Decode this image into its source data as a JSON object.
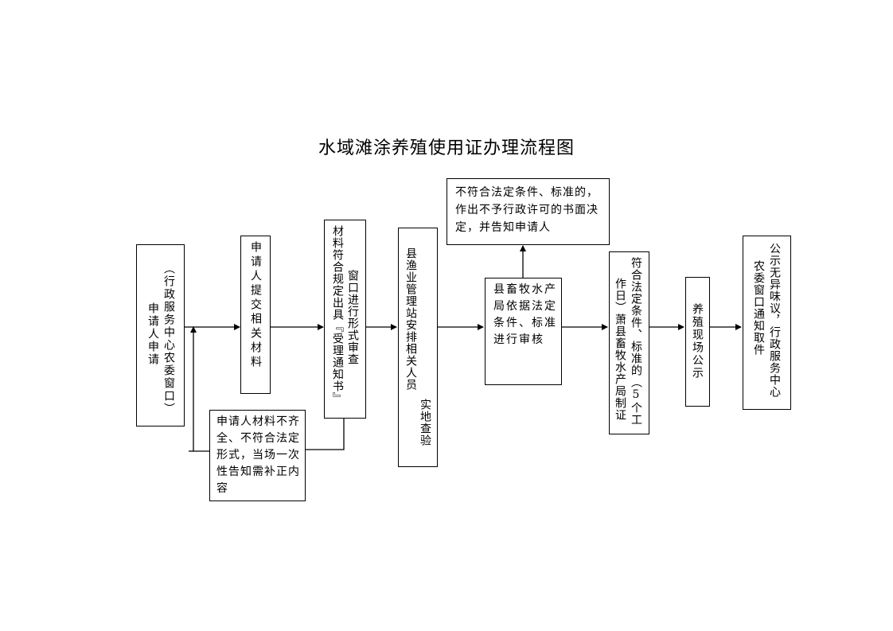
{
  "title": "水域滩涂养殖使用证办理流程图",
  "boxes": {
    "applicant": {
      "col1": "（行政服务中心农委窗口）",
      "col2": "申请人申请"
    },
    "submit": {
      "text": "申请人提交相关材料"
    },
    "review": {
      "col1": "材料符合规定出具『受理通知书』",
      "col2": "窗口进行形式审查"
    },
    "incomplete": {
      "text": "申请人材料不齐全、不符合法定形式，当场一次性告知需补正内容"
    },
    "fishery": {
      "col1": "县渔业管理站安排相关人员",
      "col2": "实地查验"
    },
    "bureau": {
      "text": "县畜牧水产局依据法定条件、标准进行审核"
    },
    "reject": {
      "text": "不符合法定条件、标准的，作出不予行政许可的书面决定，并告知申请人"
    },
    "qualified": {
      "col1": "符合法定条件、标准的（5个工",
      "col2": "作日）萧县畜牧水产局制证"
    },
    "publicize": {
      "text": "养殖现场公示"
    },
    "notify": {
      "col1": "公示无异味议，行政服务中心",
      "col2": "农委窗口通知取件"
    }
  }
}
